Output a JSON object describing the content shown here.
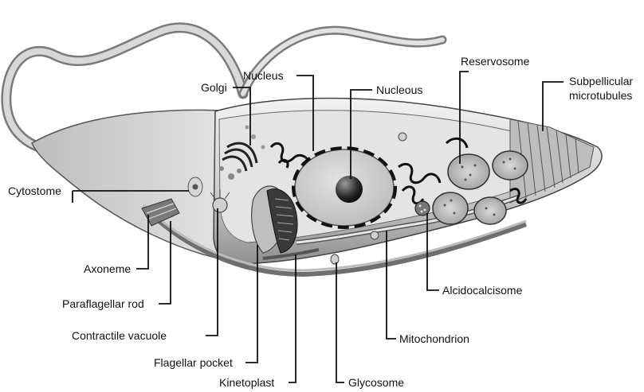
{
  "labels": {
    "nucleus": "Nucleus",
    "golgi": "Golgi",
    "nucleous": "Nucleous",
    "reservosome": "Reservosome",
    "subpellicular_1": "Subpellicular",
    "subpellicular_2": "microtubules",
    "cytostome": "Cytostome",
    "axoneme": "Axoneme",
    "paraflagellar_rod": "Paraflagellar rod",
    "contractile_vacuole": "Contractile vacuole",
    "flagellar_pocket": "Flagellar pocket",
    "kinetoplast": "Kinetoplast",
    "glycosome": "Glycosome",
    "mitochondrion": "Mitochondrion",
    "alcidocalcisome": "Alcidocalcisome"
  }
}
